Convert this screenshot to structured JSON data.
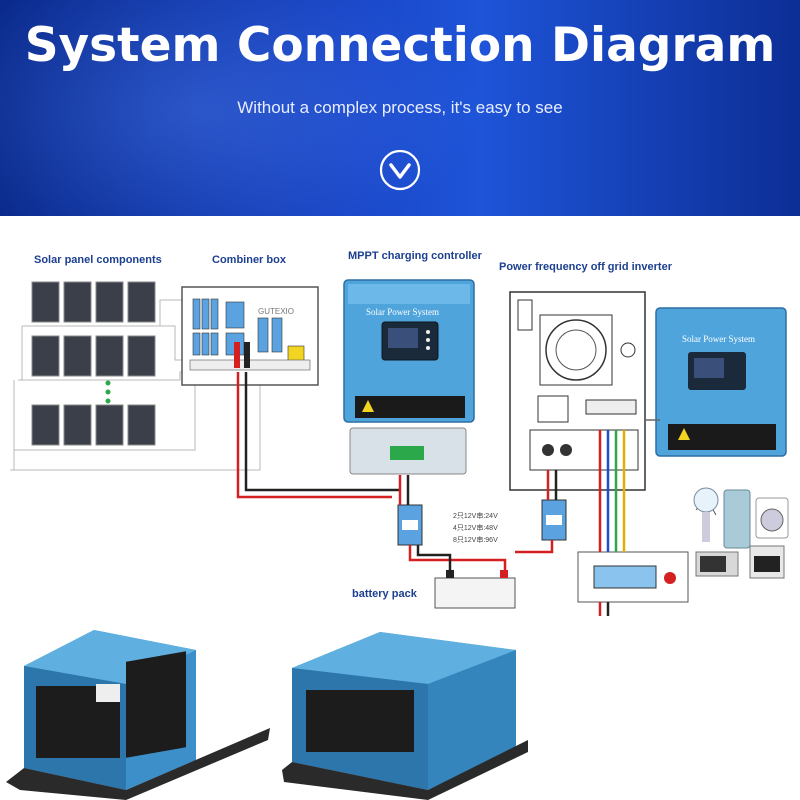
{
  "header": {
    "title": "System Connection Diagram",
    "subtitle": "Without a complex process, it's easy to see",
    "colors": {
      "background": "#1a47c9",
      "text": "#ffffff"
    },
    "icon": "chevron-down-circle-icon"
  },
  "diagram": {
    "labels": {
      "solar": "Solar panel components",
      "combiner": "Combiner box",
      "mppt": "MPPT charging controller",
      "inverter": "Power frequency off grid inverter",
      "battery": "battery pack"
    },
    "combiner_brand": "GUTEXIO",
    "controller_text": "Solar Power System",
    "battery_notes": [
      "2只12V串:24V",
      "4只12V串:48V",
      "8只12V串:96V"
    ],
    "wire_colors": {
      "positive": "#d42020",
      "negative": "#222222",
      "link": "#9a9a9a"
    }
  }
}
